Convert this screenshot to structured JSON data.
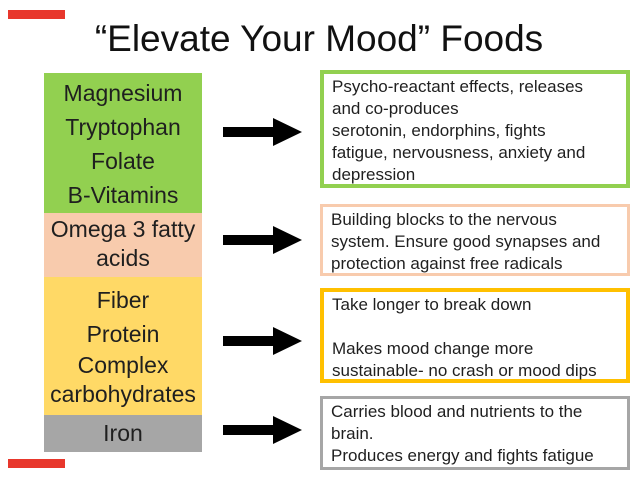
{
  "slide": {
    "title": "“Elevate Your Mood” Foods"
  },
  "colors": {
    "accent_red": "#e8372c",
    "arrow_black": "#000000",
    "green_fill": "#92d050",
    "peach_fill": "#f8cbad",
    "yellow_fill": "#ffd966",
    "gray_fill": "#a6a6a6",
    "green_border": "#92d050",
    "peach_border": "#f8cbad",
    "amber_border": "#ffc000",
    "gray_border": "#a6a6a6"
  },
  "food_groups": [
    {
      "nutrients": [
        "Magnesium",
        "Tryptophan",
        "Folate",
        "B-Vitamins"
      ],
      "effect": "Psycho-reactant effects, releases\nand co-produces\nserotonin, endorphins, fights\nfatigue, nervousness, anxiety and\ndepression"
    },
    {
      "nutrients": [
        "Omega 3 fatty acids"
      ],
      "effect": "Building blocks to the nervous\nsystem. Ensure good synapses and\nprotection against free radicals"
    },
    {
      "nutrients": [
        "Fiber",
        "Protein",
        "Complex carbohydrates"
      ],
      "effect": "Take longer to break down\n\nMakes mood change more\nsustainable- no crash or mood dips"
    },
    {
      "nutrients": [
        "Iron"
      ],
      "effect": "Carries blood and nutrients to the\nbrain.\nProduces energy and fights fatigue"
    }
  ]
}
